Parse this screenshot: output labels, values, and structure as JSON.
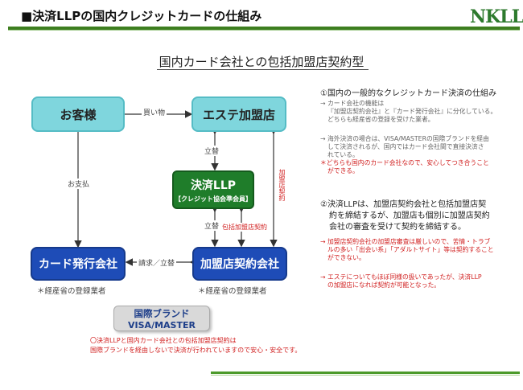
{
  "header": {
    "title": "■決済LLPの国内クレジットカードの仕組み",
    "logo": "NKLLP"
  },
  "subtitle": "国内カード会社との包括加盟店契約型",
  "nodes": {
    "customer": "お客様",
    "merchant": "エステ加盟店",
    "llp_line1": "決済LLP",
    "llp_line2": "【クレジット協会準会員】",
    "issuer": "カード発行会社",
    "acquirer": "加盟店契約会社"
  },
  "edges": {
    "purchase": "買い物",
    "payment": "お支払",
    "advance_top": "立替",
    "advance_bottom": "立替",
    "request_advance": "請求／立替",
    "merchant_contract": "加盟店契約",
    "comprehensive_contract": "包括加盟店契約"
  },
  "notes": {
    "issuer_note": "＊経産省の登録業者",
    "acquirer_note": "＊経産省の登録業者"
  },
  "brand": {
    "line1": "国際ブランド",
    "line2": "VISA/MASTER"
  },
  "bottom_note": {
    "line1": "〇決済LLPと国内カード会社との包括加盟店契約は",
    "line2": "国際ブランドを経由しないで決済が行われていますので安心・安全です。"
  },
  "right_panel": {
    "section1": {
      "heading": "①国内の一般的なクレジットカード決済の仕組み",
      "lines": [
        "→ カード会社の機能は",
        "『加盟店契約会社』と『カード発行会社』に分化している。",
        "どちらも経産省の登録を受けた業者。"
      ],
      "lines2": [
        "→ 海外決済の場合は、VISA/MASTERの国際ブランドを経由",
        "して決済されるが、国内ではカード会社間で直接決済さ",
        "れている。"
      ],
      "red_lines": [
        "＊どちらも国内のカード会社なので、安心してつき合うこと",
        "ができる。"
      ]
    },
    "section2": {
      "heading_lines": [
        "②決済LLPは、加盟店契約会社と包括加盟店契",
        "約を締結するが、加盟店も個別に加盟店契約",
        "会社の審査を受けて契約を締結する。"
      ],
      "red_lines_a": [
        "→ 加盟店契約会社の加盟店審査は厳しいので、苦情・トラブ",
        "ルの多い「出会い系」「アダルトサイト」等は契約すること",
        "ができない。"
      ],
      "red_lines_b": [
        "→ エステについてもほぼ同様の扱いであったが、決済LLP",
        "の加盟店になれば契約が可能となった。"
      ]
    }
  },
  "colors": {
    "teal": "#7fd6dd",
    "navy": "#1e4cb7",
    "green": "#1f7d2a",
    "red": "#d12020",
    "rule": "#3d7e1f"
  }
}
